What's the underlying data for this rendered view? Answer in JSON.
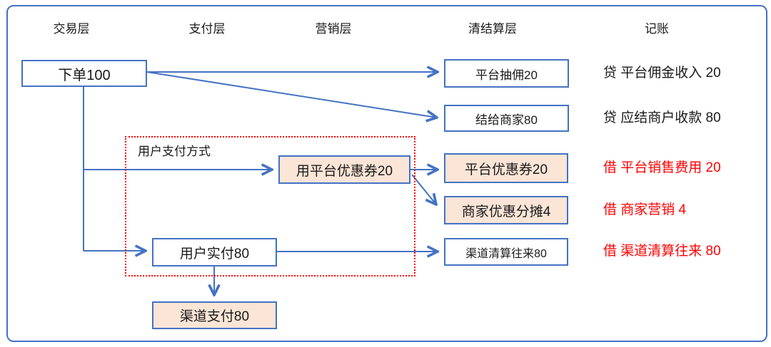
{
  "colors": {
    "accent_blue": "#4472C4",
    "peach_fill": "#FBE5D6",
    "alert_red": "#FF0000",
    "text_black": "#1A1A1A"
  },
  "columns": [
    {
      "label": "交易层"
    },
    {
      "label": "支付层"
    },
    {
      "label": "营销层"
    },
    {
      "label": "清结算层"
    },
    {
      "label": "记账"
    }
  ],
  "nodes": [
    {
      "label": "下单100"
    },
    {
      "label": "平台抽佣20"
    },
    {
      "label": "结给商家80"
    },
    {
      "label": "用平台优惠券20"
    },
    {
      "label": "平台优惠券20"
    },
    {
      "label": "商家优惠分摊4"
    },
    {
      "label": "用户实付80"
    },
    {
      "label": "渠道清算往来80"
    },
    {
      "label": "渠道支付80"
    }
  ],
  "group": {
    "label": "用户支付方式"
  },
  "ledger": [
    {
      "text": "贷 平台佣金收入 20",
      "entry": "credit"
    },
    {
      "text": "贷 应结商户收款 80",
      "entry": "credit"
    },
    {
      "text": "借 平台销售费用 20",
      "entry": "debit"
    },
    {
      "text": "借 商家营销 4",
      "entry": "debit"
    },
    {
      "text": "借 渠道清算往来 80",
      "entry": "debit"
    }
  ]
}
